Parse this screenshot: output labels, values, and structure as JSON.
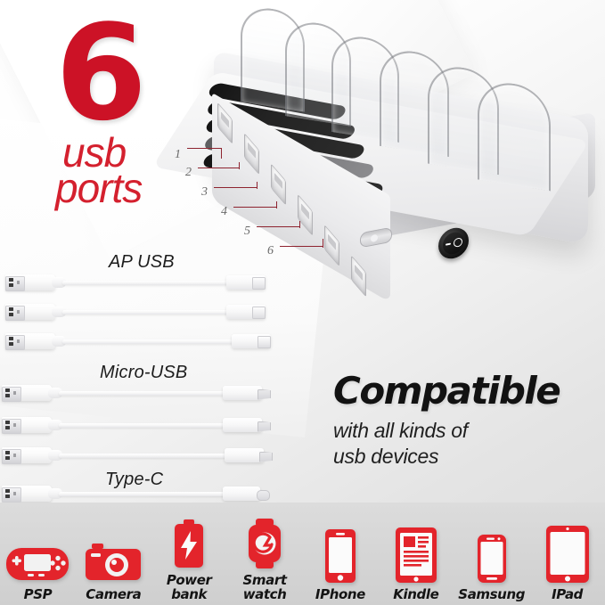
{
  "headline": {
    "number": "6",
    "line1": "usb",
    "line2": "ports",
    "color": "#cc1226"
  },
  "product": {
    "name": "6-port usb charging station",
    "port_count": 6,
    "port_callouts": [
      "1",
      "2",
      "3",
      "4",
      "5",
      "6"
    ],
    "callout_line_color": "#8e2430",
    "power_switch": "rocker-power-switch",
    "dc_jack": "dc-input-jack",
    "slot_count": 6
  },
  "cables": {
    "groups": [
      {
        "label": "AP USB",
        "count": 3,
        "connector": "lightning"
      },
      {
        "label": "Micro-USB",
        "count": 3,
        "connector": "micro-usb"
      },
      {
        "label": "Type-C",
        "count": 1,
        "connector": "usb-c"
      }
    ]
  },
  "compatible": {
    "heading": "Compatible",
    "sub_line1": "with all kinds of",
    "sub_line2": "usb devices"
  },
  "devices": {
    "accent_color": "#e3242b",
    "items": [
      {
        "label": "PSP",
        "icon": "gamepad-icon"
      },
      {
        "label": "Camera",
        "icon": "camera-icon"
      },
      {
        "label": "Power\nbank",
        "icon": "battery-bolt-icon"
      },
      {
        "label": "Smart\nwatch",
        "icon": "smartwatch-icon"
      },
      {
        "label": "IPhone",
        "icon": "iphone-icon"
      },
      {
        "label": "Kindle",
        "icon": "kindle-icon"
      },
      {
        "label": "Samsung",
        "icon": "samsung-phone-icon"
      },
      {
        "label": "IPad",
        "icon": "ipad-icon"
      }
    ]
  }
}
